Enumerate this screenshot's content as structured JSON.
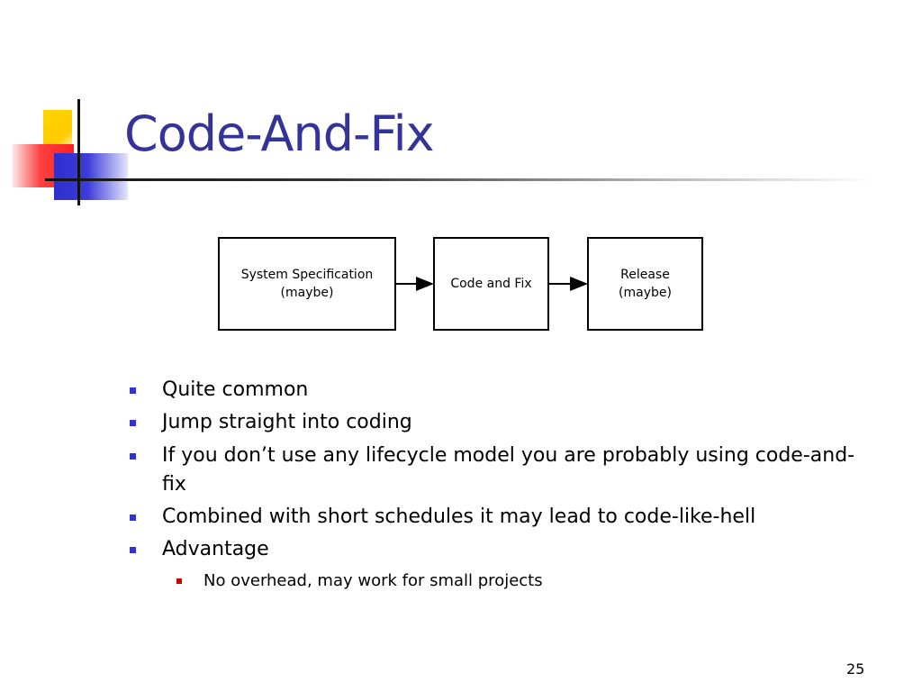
{
  "slide": {
    "title": "Code-And-Fix",
    "page_number": "25"
  },
  "diagram": {
    "boxes": [
      {
        "line1": "System Specification",
        "line2": "(maybe)"
      },
      {
        "line1": "Code and Fix",
        "line2": ""
      },
      {
        "line1": "Release",
        "line2": "(maybe)"
      }
    ]
  },
  "bullets": [
    {
      "line1": "Quite common",
      "line2": ""
    },
    {
      "line1": "Jump straight into coding",
      "line2": ""
    },
    {
      "line1": "If you don’t use any lifecycle model you are probably using code-and-",
      "line2": "fix"
    },
    {
      "line1": "Combined with short schedules it may lead to code-like-hell",
      "line2": ""
    },
    {
      "line1": "Advantage",
      "line2": ""
    }
  ],
  "sub_bullets": [
    {
      "text": "No overhead, may work for small projects"
    }
  ],
  "colors": {
    "title": "#333399",
    "bullet_marker": "#3333cc",
    "sub_bullet_marker": "#cc0000",
    "accent_yellow": "#ffcc00",
    "accent_red": "#ff3333",
    "accent_blue": "#3333cc"
  }
}
